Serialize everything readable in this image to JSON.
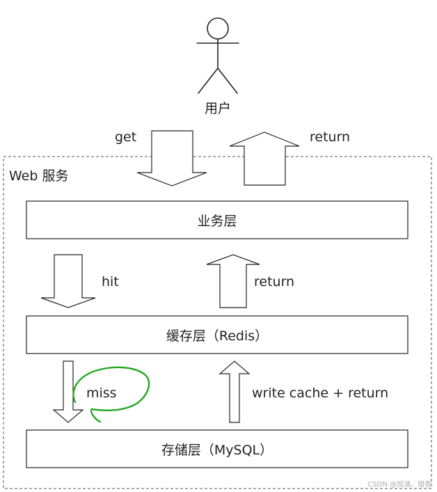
{
  "actor": {
    "label": "用户"
  },
  "top_flow": {
    "request_label": "get",
    "response_label": "return"
  },
  "web_service": {
    "label": "Web 服务"
  },
  "layers": {
    "business": "业务层",
    "cache": "缓存层（Redis）",
    "storage": "存储层（MySQL）"
  },
  "cache_flow": {
    "hit_label": "hit",
    "return_label": "return"
  },
  "storage_flow": {
    "miss_label": "miss",
    "write_label": "write cache + return"
  },
  "annotation": {
    "highlight_color": "#22a822"
  },
  "watermark": "CSDN @加油，旭杏"
}
